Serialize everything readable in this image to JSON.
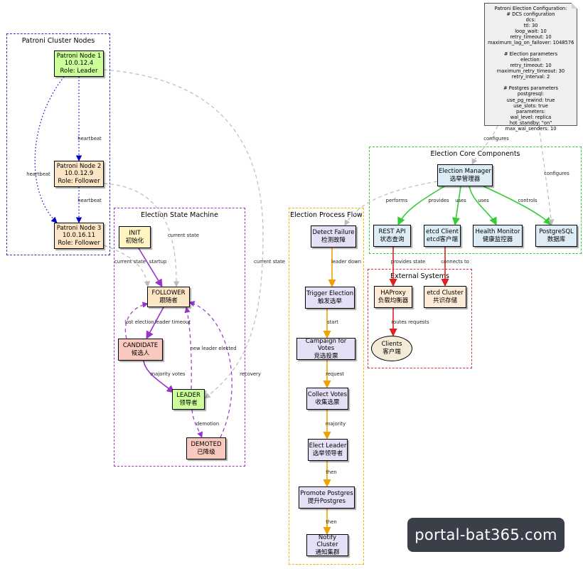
{
  "clusters": {
    "patroni": {
      "title": "Patroni Cluster Nodes",
      "color": "#3333cc"
    },
    "state_machine": {
      "title": "Election State Machine",
      "color": "#9933cc"
    },
    "process_flow": {
      "title": "Election Process Flow",
      "color": "#e6b800"
    },
    "core": {
      "title": "Election Core Components",
      "color": "#33cc33"
    },
    "external": {
      "title": "External Systems",
      "color": "#dd3333"
    }
  },
  "nodes": {
    "node1": {
      "lines": [
        "Patroni Node 1",
        "10.0.12.4",
        "Role: Leader"
      ],
      "fill": "#ccff99"
    },
    "node2": {
      "lines": [
        "Patroni Node 2",
        "10.0.12.9",
        "Role: Follower"
      ],
      "fill": "#fbe5c4"
    },
    "node3": {
      "lines": [
        "Patroni Node 3",
        "10.0.16.11",
        "Role: Follower"
      ],
      "fill": "#fbe5c4"
    },
    "init": {
      "lines": [
        "INIT",
        "初始化"
      ],
      "fill": "#fff5c2"
    },
    "follower": {
      "lines": [
        "FOLLOWER",
        "跟随者"
      ],
      "fill": "#fbe5c4"
    },
    "candidate": {
      "lines": [
        "CANDIDATE",
        "候选人"
      ],
      "fill": "#f9c9c0"
    },
    "leader": {
      "lines": [
        "LEADER",
        "领导者"
      ],
      "fill": "#ccff99"
    },
    "demoted": {
      "lines": [
        "DEMOTED",
        "已降级"
      ],
      "fill": "#f9c9c0"
    },
    "detect": {
      "lines": [
        "Detect Failure",
        "检测故障"
      ],
      "fill": "#e5e0f5"
    },
    "trigger": {
      "lines": [
        "Trigger Election",
        "触发选举"
      ],
      "fill": "#e5e0f5"
    },
    "campaign": {
      "lines": [
        "Campaign for Votes",
        "竞选投票"
      ],
      "fill": "#e5e0f5"
    },
    "collect": {
      "lines": [
        "Collect Votes",
        "收集选票"
      ],
      "fill": "#e5e0f5"
    },
    "elect": {
      "lines": [
        "Elect Leader",
        "选举领导者"
      ],
      "fill": "#e5e0f5"
    },
    "promote": {
      "lines": [
        "Promote Postgres",
        "提升Postgres"
      ],
      "fill": "#e5e0f5"
    },
    "notify": {
      "lines": [
        "Notify Cluster",
        "通知集群"
      ],
      "fill": "#e5e0f5"
    },
    "manager": {
      "lines": [
        "Election Manager",
        "选举管理器"
      ],
      "fill": "#dcedf7"
    },
    "restapi": {
      "lines": [
        "REST API",
        "状态查询"
      ],
      "fill": "#dcedf7"
    },
    "etcdclient": {
      "lines": [
        "etcd Client",
        "etcd客户端"
      ],
      "fill": "#dcedf7"
    },
    "health": {
      "lines": [
        "Health Monitor",
        "健康监控器"
      ],
      "fill": "#dcedf7"
    },
    "postgres": {
      "lines": [
        "PostgreSQL",
        "数据库"
      ],
      "fill": "#dcedf7"
    },
    "haproxy": {
      "lines": [
        "HAProxy",
        "负载均衡器"
      ],
      "fill": "#fcebd6"
    },
    "etcdcluster": {
      "lines": [
        "etcd Cluster",
        "共识存储"
      ],
      "fill": "#fcebd6"
    },
    "clients": {
      "lines": [
        "Clients",
        "客户端"
      ],
      "fill": "#f3ead8"
    }
  },
  "config_note": {
    "text": "Patroni Election Configuration:\n# DCS configuration\ndcs:\nttl: 30\nloop_wait: 10\nretry_timeout: 10\nmaximum_lag_on_failover: 1048576\n\n# Election parameters\nelection:\nretry_timeout: 10\nmaximum_retry_timeout: 30\nretry_interval: 2\n\n# Postgres parameters\npostgresql:\nuse_pg_rewind: true\nuse_slots: true\nparameters:\nwal_level: replica\nhot_standby: \"on\"\nmax_wal_senders: 10"
  },
  "edges": [
    {
      "id": "n1-n2",
      "label": "heartbeat",
      "style": "dotted",
      "color": "#0000cc"
    },
    {
      "id": "n2-n3",
      "label": "heartbeat",
      "style": "dotted",
      "color": "#0000cc"
    },
    {
      "id": "n1-n3",
      "label": "heartbeat",
      "style": "dotted",
      "color": "#0000cc"
    },
    {
      "id": "n1-leader",
      "label": "current state",
      "style": "dashed",
      "color": "#bbbbbb"
    },
    {
      "id": "n2-follower",
      "label": "current state",
      "style": "dashed",
      "color": "#bbbbbb"
    },
    {
      "id": "n3-follower",
      "label": "current state",
      "style": "dashed",
      "color": "#bbbbbb"
    },
    {
      "id": "init-follower",
      "label": "startup",
      "style": "solid",
      "color": "#9933cc"
    },
    {
      "id": "follower-candidate",
      "label": "leader timeout",
      "style": "solid",
      "color": "#9933cc"
    },
    {
      "id": "candidate-follower",
      "label": "lost election",
      "style": "dashed",
      "color": "#9933cc"
    },
    {
      "id": "candidate-leader",
      "label": "majority votes",
      "style": "solid",
      "color": "#9933cc"
    },
    {
      "id": "leader-follower",
      "label": "new leader elected",
      "style": "dashed",
      "color": "#9933cc"
    },
    {
      "id": "leader-demoted",
      "label": "demotion",
      "style": "dashed",
      "color": "#9933cc"
    },
    {
      "id": "demoted-follower",
      "label": "recovery",
      "style": "dashed",
      "color": "#9933cc"
    },
    {
      "id": "detect-trigger",
      "label": "leader down",
      "style": "solid",
      "color": "#f0a000"
    },
    {
      "id": "trigger-campaign",
      "label": "start",
      "style": "solid",
      "color": "#f0a000"
    },
    {
      "id": "campaign-collect",
      "label": "request",
      "style": "solid",
      "color": "#f0a000"
    },
    {
      "id": "collect-elect",
      "label": "majority",
      "style": "solid",
      "color": "#f0a000"
    },
    {
      "id": "elect-promote",
      "label": "then",
      "style": "solid",
      "color": "#f0a000"
    },
    {
      "id": "promote-notify",
      "label": "then",
      "style": "solid",
      "color": "#f0a000"
    },
    {
      "id": "manager-detect",
      "label": "performs",
      "style": "dashed",
      "color": "#bbbbbb"
    },
    {
      "id": "manager-restapi",
      "label": "provides",
      "style": "solid",
      "color": "#33cc33"
    },
    {
      "id": "manager-etcdclient",
      "label": "uses",
      "style": "solid",
      "color": "#33cc33"
    },
    {
      "id": "manager-health",
      "label": "uses",
      "style": "solid",
      "color": "#33cc33"
    },
    {
      "id": "manager-postgres",
      "label": "controls",
      "style": "solid",
      "color": "#33cc33"
    },
    {
      "id": "config-manager",
      "label": "configures",
      "style": "dashed",
      "color": "#bbbbbb"
    },
    {
      "id": "config-postgres",
      "label": "configures",
      "style": "dashed",
      "color": "#bbbbbb"
    },
    {
      "id": "restapi-haproxy",
      "label": "provides state",
      "style": "solid",
      "color": "#dd2222"
    },
    {
      "id": "etcdclient-etcdcluster",
      "label": "connects to",
      "style": "solid",
      "color": "#dd2222"
    },
    {
      "id": "haproxy-clients",
      "label": "routes requests",
      "style": "solid",
      "color": "#dd2222"
    }
  ],
  "watermark": {
    "text": "portal-bat365.com"
  }
}
